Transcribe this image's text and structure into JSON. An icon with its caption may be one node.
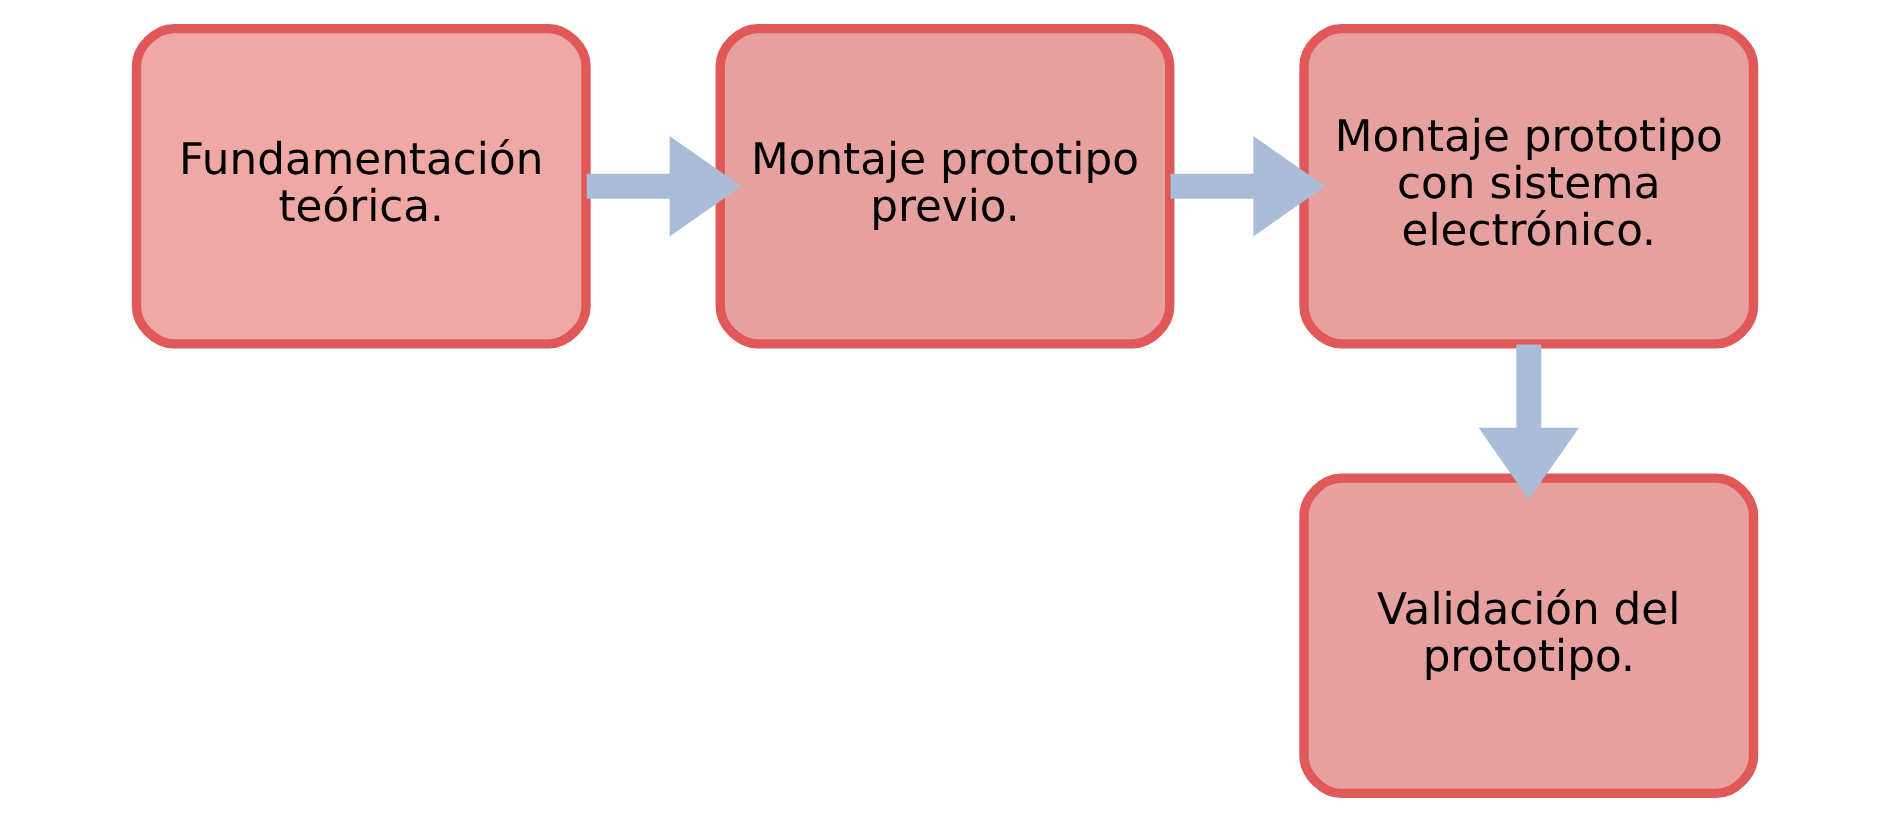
{
  "diagram": {
    "nodes": [
      {
        "text": [
          "Fundamentación teórica."
        ]
      },
      {
        "text": [
          "Montaje prototipo previo."
        ]
      },
      {
        "text": [
          "Montaje prototipo con sistema electrónico."
        ]
      },
      {
        "text": [
          "Validación del prototipo."
        ]
      }
    ],
    "edges": [
      {
        "from": 0,
        "to": 1,
        "arrow": "to"
      },
      {
        "from": 1,
        "to": 2,
        "arrow": "to"
      },
      {
        "from": 2,
        "to": 3,
        "arrow": "to"
      }
    ]
  }
}
